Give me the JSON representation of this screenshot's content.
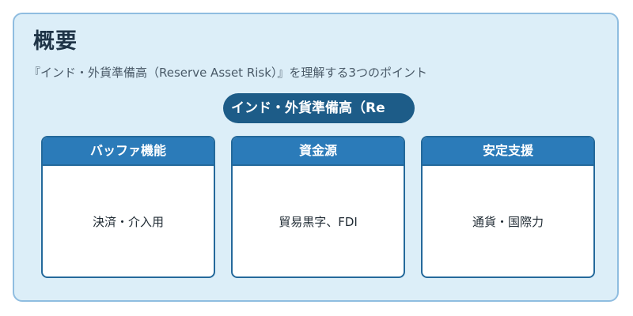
{
  "overview": {
    "title": "概要",
    "subtitle": "『インド・外貨準備高（Reserve Asset Risk）』を理解する3つのポイント",
    "center_label": "インド・外貨準備高（Re"
  },
  "cards": [
    {
      "header": "バッファ機能",
      "body": "決済・介入用"
    },
    {
      "header": "資金源",
      "body": "貿易黒字、FDI"
    },
    {
      "header": "安定支援",
      "body": "通貨・国際力"
    }
  ],
  "colors": {
    "panel_bg": "#dceef8",
    "panel_border": "#8fbde0",
    "pill_bg": "#1d5c88",
    "card_header_bg": "#2b7bb9",
    "card_border": "#24699b"
  }
}
